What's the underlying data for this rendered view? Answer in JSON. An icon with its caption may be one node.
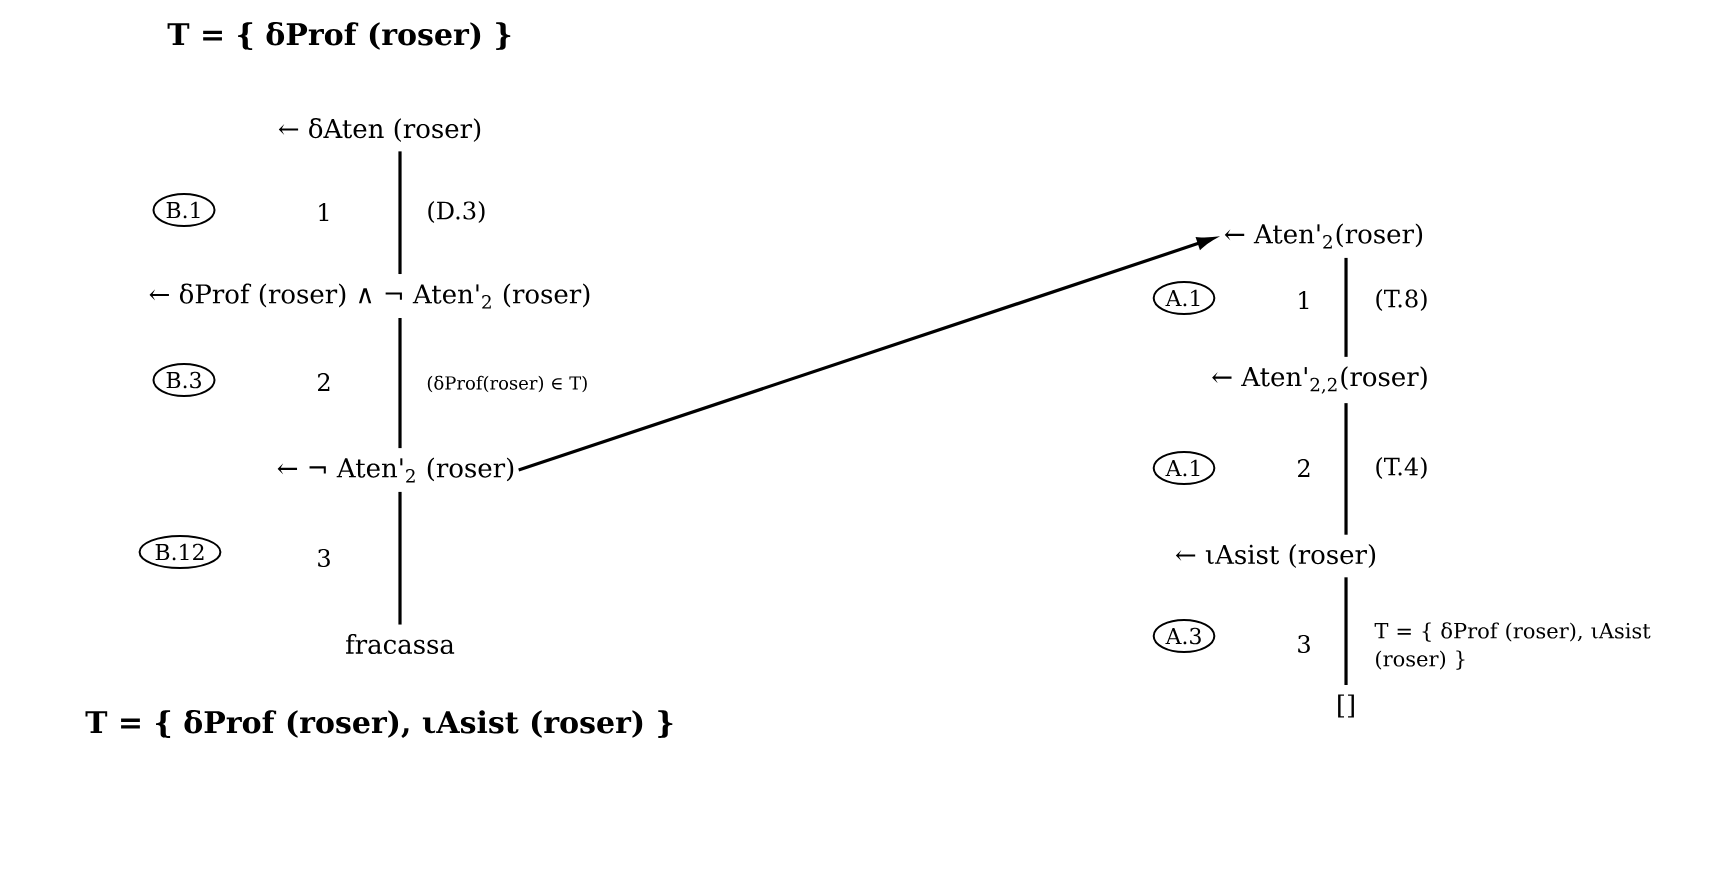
{
  "diagram": {
    "nodes": [
      {
        "text": [
          "← δAten (roser)"
        ]
      },
      {
        "text": [
          "B.1"
        ]
      },
      {
        "text": [
          "← δProf (roser) ∧ ¬ Aten'$_{2}$ (roser)"
        ]
      },
      {
        "text": [
          "B.3"
        ]
      },
      {
        "text": [
          "← ¬ Aten'$_{2}$ (roser)"
        ]
      },
      {
        "text": [
          "B.12"
        ]
      },
      {
        "text": [
          "fracassa"
        ]
      },
      {
        "text": [
          "← Aten'$_{2}$(roser)"
        ]
      },
      {
        "text": [
          "A.1"
        ]
      },
      {
        "text": [
          "← Aten'$_{2,2}$(roser)"
        ]
      },
      {
        "text": [
          "A.1"
        ]
      },
      {
        "text": [
          "← ιAsist (roser)"
        ]
      },
      {
        "text": [
          "A.3"
        ]
      },
      {
        "text": [
          "[]"
        ]
      }
    ],
    "edges": [
      {
        "from": 0,
        "to": 2,
        "arrow": "none",
        "label": "(D.3)"
      },
      {
        "from": 2,
        "to": 4,
        "arrow": "none",
        "label": "(δProf(roser) ∈ T)"
      },
      {
        "from": 4,
        "to": 6,
        "arrow": "none"
      },
      {
        "from": 4,
        "to": 7,
        "arrow": "to"
      },
      {
        "from": 7,
        "to": 9,
        "arrow": "none",
        "label": "(T.8)"
      },
      {
        "from": 9,
        "to": 11,
        "arrow": "none",
        "label": "(T.4)"
      },
      {
        "from": 11,
        "to": 13,
        "arrow": "none",
        "label": "T = { δProf (roser), ιAsist (roser) }"
      }
    ],
    "labels": [
      "T = { δProf (roser) }",
      "1",
      "2",
      "3",
      "T = { δProf (roser), ιAsist (roser) }",
      "1",
      "2",
      "3"
    ]
  }
}
